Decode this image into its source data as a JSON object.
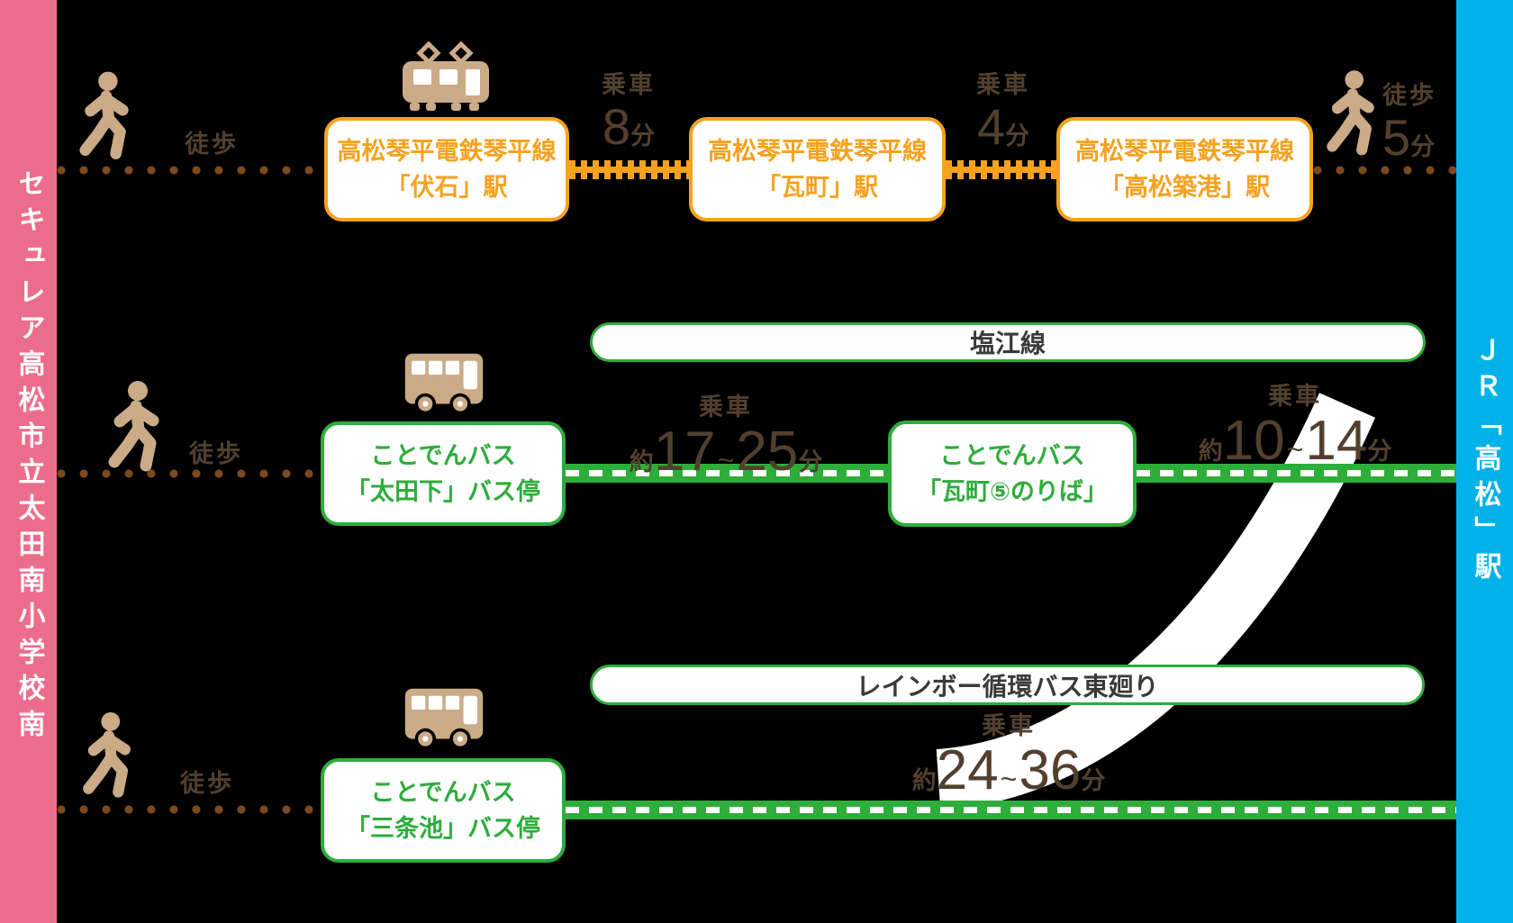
{
  "left_bar": {
    "label": "セキュレア高松市立太田南小学校南",
    "color": "#EC6D8B"
  },
  "right_bar": {
    "label": "ＪＲ「高松」駅",
    "color": "#00B2E8"
  },
  "labels": {
    "walk": "徒歩",
    "ride": "乗車",
    "approx": "約",
    "minutes": "分",
    "tilde": "~"
  },
  "route_train": {
    "station1_line1": "高松琴平電鉄琴平線",
    "station1_line2": "「伏石」駅",
    "ride1_min": "8",
    "station2_line1": "高松琴平電鉄琴平線",
    "station2_line2": "「瓦町」駅",
    "ride2_min": "4",
    "station3_line1": "高松琴平電鉄琴平線",
    "station3_line2": "「高松築港」駅",
    "walk_end_min": "5"
  },
  "route_bus_shionoe": {
    "line_name": "塩江線",
    "stop1_line1": "ことでんバス",
    "stop1_line2": "「太田下」バス停",
    "ride1_a": "17",
    "ride1_b": "25",
    "stop2_line1": "ことでんバス",
    "stop2_line2": "「瓦町⑤のりば」",
    "ride2_a": "10",
    "ride2_b": "14"
  },
  "route_bus_rainbow": {
    "line_name": "レインボー循環バス東廻り",
    "stop1_line1": "ことでんバス",
    "stop1_line2": "「三条池」バス停",
    "ride1_a": "24",
    "ride1_b": "36"
  },
  "colors": {
    "accent_orange": "#F6A21F",
    "accent_green": "#2EAD3B",
    "walk_dot_brown": "#7B4A1E",
    "duration_text_brown": "#52402E",
    "icon_tan": "#CBAA87",
    "banner_text": "#3A3A3A"
  },
  "icons": {
    "walk": "walking-person-icon",
    "train": "tram-icon",
    "bus": "bus-icon",
    "decoration": "route-curve-swoosh"
  }
}
